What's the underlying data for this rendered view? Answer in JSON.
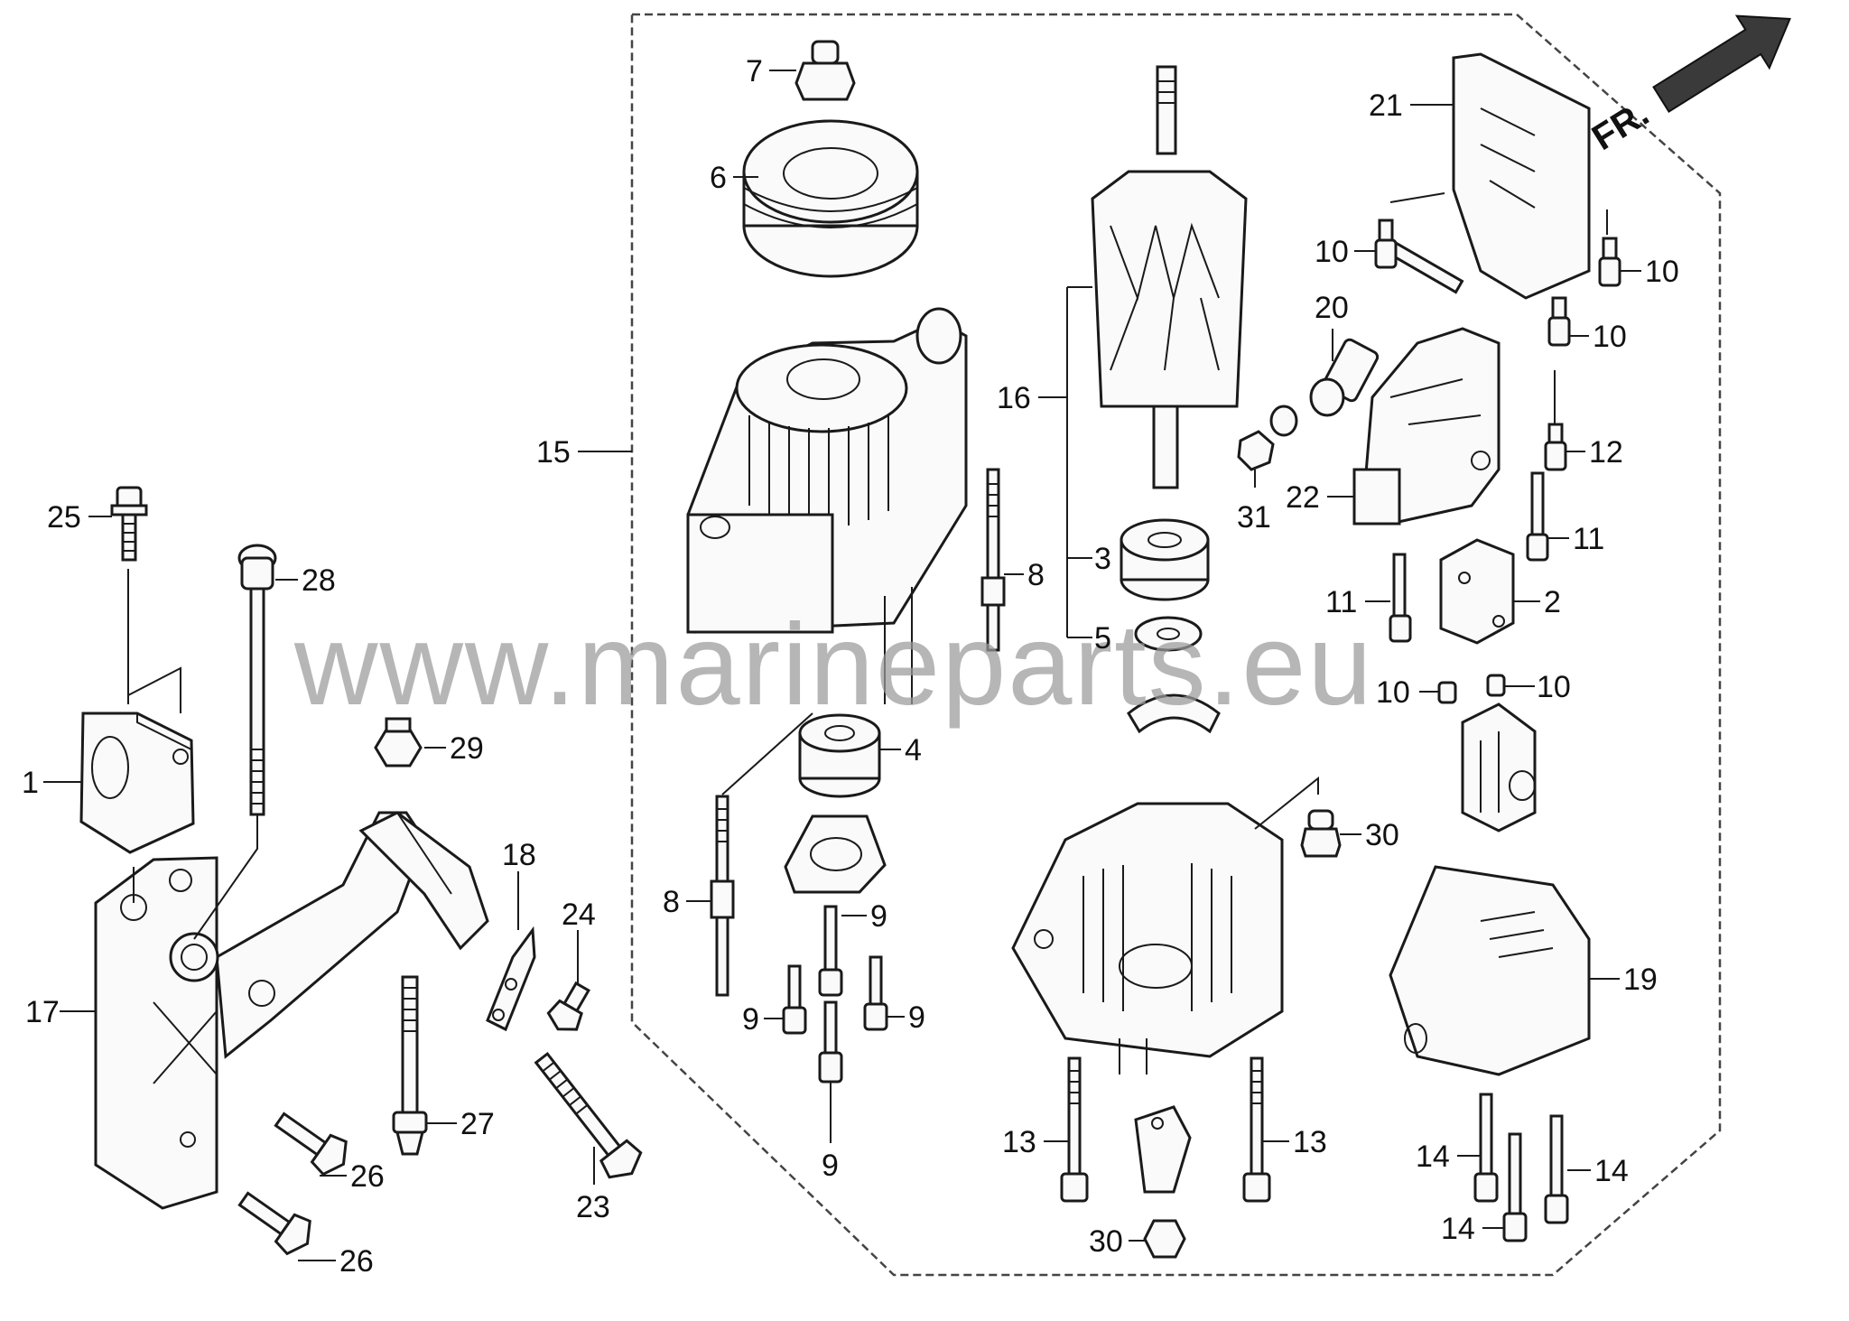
{
  "direction_label": "FR.",
  "watermark": "www.marineparts.eu",
  "callouts": [
    {
      "id": "c25",
      "text": "25"
    },
    {
      "id": "c28",
      "text": "28"
    },
    {
      "id": "c1",
      "text": "1"
    },
    {
      "id": "c29",
      "text": "29"
    },
    {
      "id": "c17",
      "text": "17"
    },
    {
      "id": "c18",
      "text": "18"
    },
    {
      "id": "c24",
      "text": "24"
    },
    {
      "id": "c27",
      "text": "27"
    },
    {
      "id": "c26a",
      "text": "26"
    },
    {
      "id": "c26b",
      "text": "26"
    },
    {
      "id": "c23",
      "text": "23"
    },
    {
      "id": "c15",
      "text": "15"
    },
    {
      "id": "c7",
      "text": "7"
    },
    {
      "id": "c6",
      "text": "6"
    },
    {
      "id": "c8a",
      "text": "8"
    },
    {
      "id": "c8b",
      "text": "8"
    },
    {
      "id": "c4",
      "text": "4"
    },
    {
      "id": "c9a",
      "text": "9"
    },
    {
      "id": "c9b",
      "text": "9"
    },
    {
      "id": "c9c",
      "text": "9"
    },
    {
      "id": "c9d",
      "text": "9"
    },
    {
      "id": "c16",
      "text": "16"
    },
    {
      "id": "c3",
      "text": "3"
    },
    {
      "id": "c5",
      "text": "5"
    },
    {
      "id": "c21",
      "text": "21"
    },
    {
      "id": "c10a",
      "text": "10"
    },
    {
      "id": "c10b",
      "text": "10"
    },
    {
      "id": "c10c",
      "text": "10"
    },
    {
      "id": "c10d",
      "text": "10"
    },
    {
      "id": "c10e",
      "text": "10"
    },
    {
      "id": "c20",
      "text": "20"
    },
    {
      "id": "c12",
      "text": "12"
    },
    {
      "id": "c22",
      "text": "22"
    },
    {
      "id": "c31",
      "text": "31"
    },
    {
      "id": "c11a",
      "text": "11"
    },
    {
      "id": "c11b",
      "text": "11"
    },
    {
      "id": "c2",
      "text": "2"
    },
    {
      "id": "c30a",
      "text": "30"
    },
    {
      "id": "c30b",
      "text": "30"
    },
    {
      "id": "c19",
      "text": "19"
    },
    {
      "id": "c13a",
      "text": "13"
    },
    {
      "id": "c13b",
      "text": "13"
    },
    {
      "id": "c14a",
      "text": "14"
    },
    {
      "id": "c14b",
      "text": "14"
    },
    {
      "id": "c14c",
      "text": "14"
    }
  ]
}
